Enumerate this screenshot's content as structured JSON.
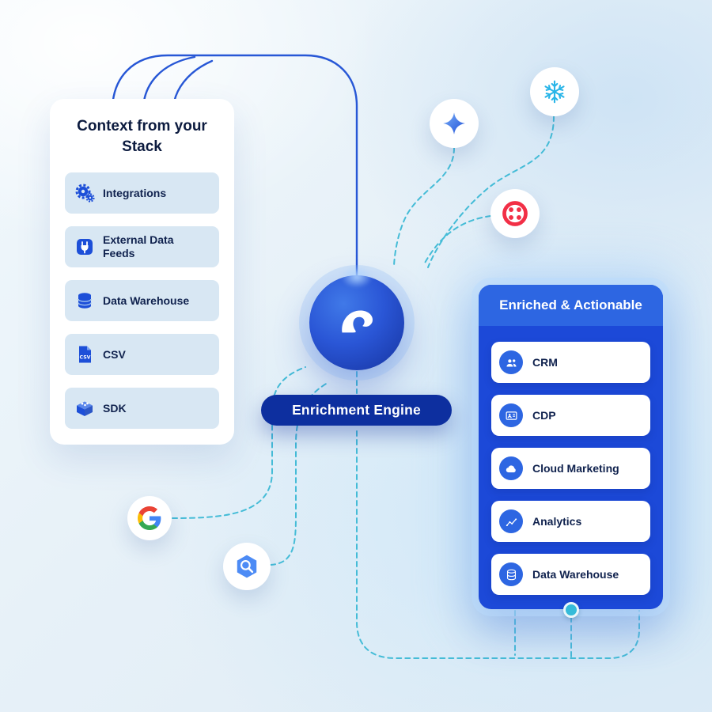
{
  "left_panel": {
    "title": "Context from your Stack",
    "csv_icon_text": "CSV",
    "items": [
      {
        "label": "Integrations",
        "icon": "integrations-gears-icon"
      },
      {
        "label": "External Data Feeds",
        "icon": "plug-icon"
      },
      {
        "label": "Data Warehouse",
        "icon": "database-icon"
      },
      {
        "label": "CSV",
        "icon": "csv-file-icon"
      },
      {
        "label": "SDK",
        "icon": "sdk-box-icon"
      }
    ]
  },
  "engine": {
    "label": "Enrichment Engine",
    "logo": "swan-logo-icon"
  },
  "right_panel": {
    "title": "Enriched & Actionable",
    "items": [
      {
        "label": "CRM",
        "icon": "crm-people-icon"
      },
      {
        "label": "CDP",
        "icon": "cdp-card-icon"
      },
      {
        "label": "Cloud Marketing",
        "icon": "cloud-icon"
      },
      {
        "label": "Analytics",
        "icon": "analytics-chart-icon"
      },
      {
        "label": "Data Warehouse",
        "icon": "database-icon"
      }
    ]
  },
  "floating_icons": [
    {
      "name": "sparkle-icon"
    },
    {
      "name": "snowflake-icon"
    },
    {
      "name": "twilio-icon"
    },
    {
      "name": "google-icon"
    },
    {
      "name": "bigquery-icon"
    }
  ],
  "colors": {
    "accent_blue": "#1d4fd8",
    "row_bg": "#d8e7f3",
    "navy_pill": "#0d2f9f",
    "right_card_blue": "#1c49d8",
    "right_header_blue": "#2d66e2",
    "dashed_teal": "#45bcd7",
    "solid_line_blue": "#2757d6",
    "twilio_red": "#f22f46",
    "snowflake_blue": "#29b5e8"
  }
}
